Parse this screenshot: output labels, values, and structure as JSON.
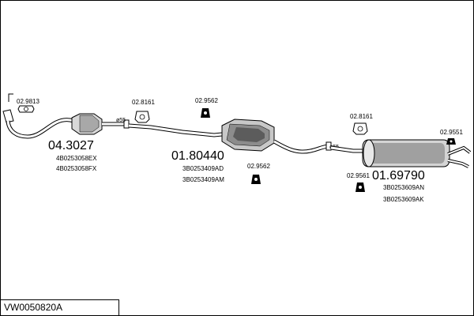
{
  "drawing": {
    "title": "VW0050820A"
  },
  "parts": {
    "front_pipe": {
      "number": "04.3027",
      "oe_numbers": [
        "4B0253058EX",
        "4B0253058FX"
      ]
    },
    "middle_silencer": {
      "number": "01.80440",
      "oe_numbers": [
        "3B0253409AD",
        "3B0253409AM"
      ]
    },
    "rear_silencer": {
      "number": "01.69790",
      "oe_numbers": [
        "3B0253609AN",
        "3B0253609AK"
      ]
    }
  },
  "accessories": {
    "gasket": "02.9813",
    "clamp_front": "02.8161",
    "hanger_mid_top": "02.9562",
    "hanger_mid_bottom": "02.9562",
    "clamp_rear": "02.8161",
    "hanger_rear": "02.9561",
    "hanger_tail": "02.9551"
  },
  "diameters": {
    "front_joint": "ø55",
    "rear_joint": "ø55"
  }
}
